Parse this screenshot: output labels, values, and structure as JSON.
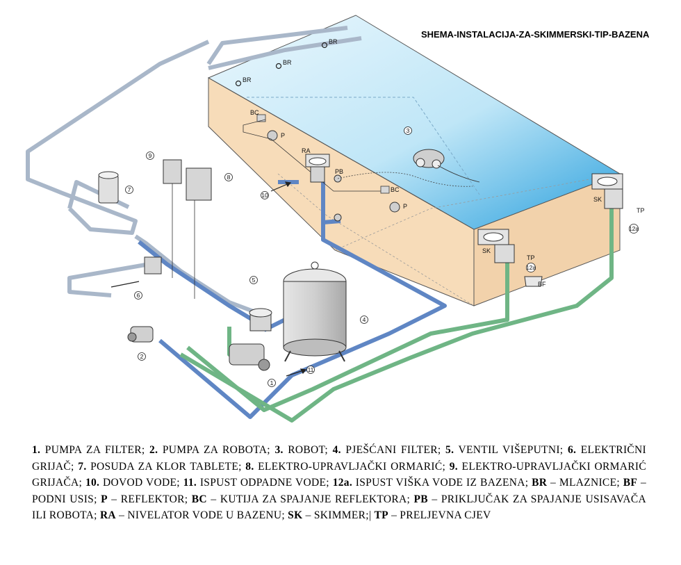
{
  "title": "SHEMA-INSTALACIJA-ZA-SKIMMERSKI-TIP-BAZENA",
  "colors": {
    "water_top": "#4fb6e6",
    "water_light": "#dff2fb",
    "pool_wall": "#f7dcb9",
    "pipe_blue": "#5f86c4",
    "pipe_green": "#6fb585",
    "pipe_grey": "#a9b7c9",
    "equipment": "#c9c9c9"
  },
  "labels": {
    "br": "BR",
    "bc": "BC",
    "p": "P",
    "ra": "RA",
    "pb": "PB",
    "sk": "SK",
    "tp": "TP",
    "bf": "BF",
    "n1": "1",
    "n2": "2",
    "n3": "3",
    "n4": "4",
    "n5": "5",
    "n6": "6",
    "n7": "7",
    "n8": "8",
    "n9": "9",
    "n10": "10",
    "n11": "11",
    "n12a": "12a"
  },
  "legend": [
    {
      "key": "1.",
      "text": " PUMPA ZA FILTER; "
    },
    {
      "key": "2.",
      "text": " PUMPA ZA ROBOTA; "
    },
    {
      "key": "3.",
      "text": " ROBOT; "
    },
    {
      "key": "4.",
      "text": " PJEŠĆANI FILTER; "
    },
    {
      "key": "5.",
      "text": " VENTIL VIŠEPUTNI; "
    },
    {
      "key": "6.",
      "text": " ELEKTRIČNI GRIJAČ; "
    },
    {
      "key": "7.",
      "text": " POSUDA ZA KLOR TABLETE; "
    },
    {
      "key": "8.",
      "text": " ELEKTRO-UPRAVLJAČKI ORMARIĆ; "
    },
    {
      "key": "9.",
      "text": " ELEKTRO-UPRAVLJAČKI ORMARIĆ GRIJAČA; "
    },
    {
      "key": "10.",
      "text": " DOVOD VODE; "
    },
    {
      "key": "11.",
      "text": " ISPUST ODPADNE VODE; "
    },
    {
      "key": "12a.",
      "text": " ISPUST VIŠKA VODE IZ BAZENA; "
    },
    {
      "key": "BR",
      "text": " – MLAZNICE; "
    },
    {
      "key": "BF",
      "text": " – PODNI USIS; "
    },
    {
      "key": "P",
      "text": " – REFLEKTOR; "
    },
    {
      "key": "BC",
      "text": " – KUTIJA ZA SPAJANJE REFLEKTORA; "
    },
    {
      "key": "PB",
      "text": " – PRIKLJUČAK ZA SPAJANJE USISAVAČA ILI ROBOTA; "
    },
    {
      "key": "RA",
      "text": " – NIVELATOR VODE U BAZENU; "
    },
    {
      "key": "SK",
      "text": " – SKIMMER;| "
    },
    {
      "key": "TP",
      "text": " – PRELJEVNA CJEV"
    }
  ]
}
